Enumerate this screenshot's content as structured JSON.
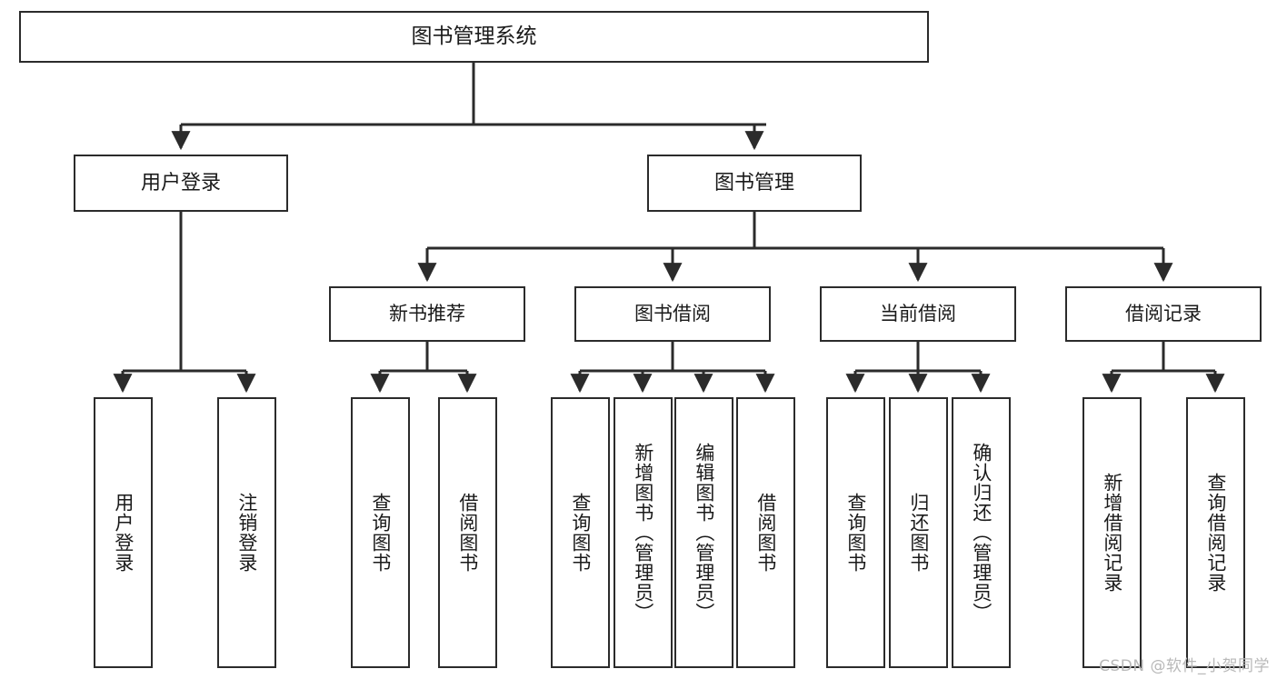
{
  "diagram": {
    "title": "图书管理系统",
    "type": "tree",
    "watermark": "CSDN @软件_小贺同学",
    "nodes": {
      "root": {
        "label": "图书管理系统"
      },
      "level2": [
        {
          "id": "user-login",
          "label": "用户登录"
        },
        {
          "id": "book-manage",
          "label": "图书管理"
        }
      ],
      "level3": [
        {
          "id": "new-book-recommend",
          "label": "新书推荐"
        },
        {
          "id": "book-borrow",
          "label": "图书借阅"
        },
        {
          "id": "current-borrow",
          "label": "当前借阅"
        },
        {
          "id": "borrow-record",
          "label": "借阅记录"
        }
      ],
      "leaves": {
        "user_login": [
          {
            "id": "leaf-user-login",
            "label": "用户登录"
          },
          {
            "id": "leaf-logout-login",
            "label": "注销登录"
          }
        ],
        "new_book_recommend": [
          {
            "id": "leaf-query-book-1",
            "label": "查询图书"
          },
          {
            "id": "leaf-borrow-book-1",
            "label": "借阅图书"
          }
        ],
        "book_borrow": [
          {
            "id": "leaf-query-book-2",
            "label": "查询图书"
          },
          {
            "id": "leaf-add-book",
            "label": "新增图书（管理员）"
          },
          {
            "id": "leaf-edit-book",
            "label": "编辑图书（管理员）"
          },
          {
            "id": "leaf-borrow-book-2",
            "label": "借阅图书"
          }
        ],
        "current_borrow": [
          {
            "id": "leaf-query-book-3",
            "label": "查询图书"
          },
          {
            "id": "leaf-return-book",
            "label": "归还图书"
          },
          {
            "id": "leaf-confirm-return",
            "label": "确认归还（管理员）"
          }
        ],
        "borrow_record": [
          {
            "id": "leaf-add-record",
            "label": "新增借阅记录"
          },
          {
            "id": "leaf-query-record",
            "label": "查询借阅记录"
          }
        ]
      }
    },
    "colors": {
      "stroke": "#2b2b2b",
      "fill": "#ffffff",
      "text": "#1a1a1a",
      "watermark": "#b9b9b9"
    }
  }
}
